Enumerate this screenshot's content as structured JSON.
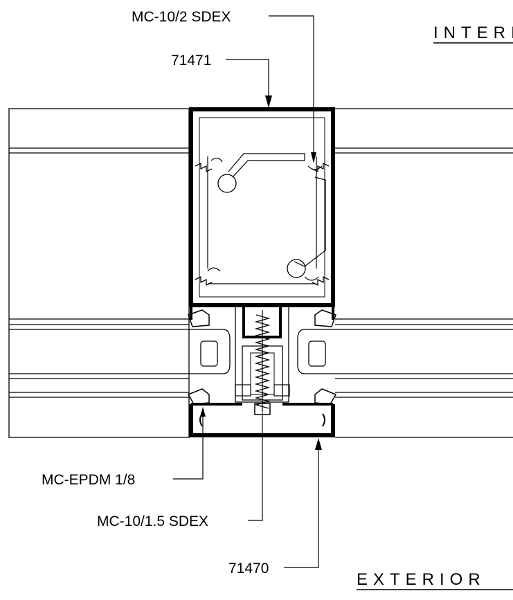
{
  "labels": {
    "mc_10_2_sdex": "MC-10/2 SDEX",
    "part_71471": "71471",
    "interior": "INTERIOR",
    "mc_epdm": "MC-EPDM 1/8",
    "mc_10_15_sdex": "MC-10/1.5 SDEX",
    "part_71470": "71470",
    "exterior": "EXTERIOR"
  },
  "colors": {
    "line": "#000000",
    "background": "#ffffff"
  }
}
